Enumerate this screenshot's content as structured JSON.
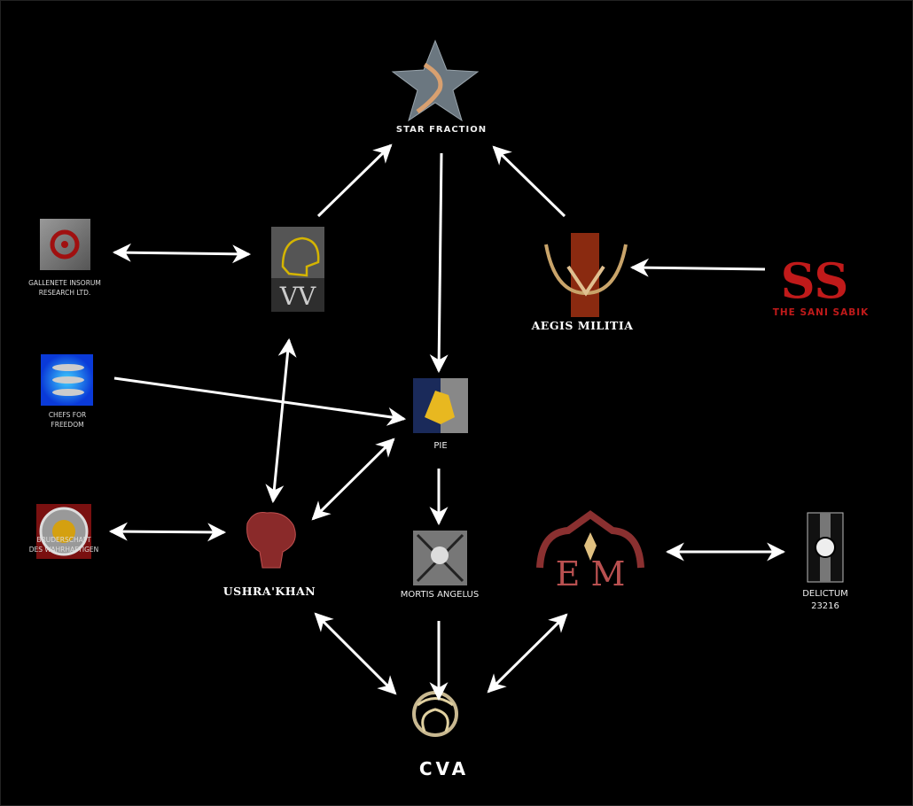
{
  "nodes": {
    "star": {
      "label": "STAR FRACTION"
    },
    "gallenete": {
      "label": "GALLENETE INSORUM\nRESEARCH LTD."
    },
    "vv": {
      "label": "VV"
    },
    "aegis": {
      "label": "AEGIS MILITIA"
    },
    "sani": {
      "label": "THE SANI SABIK",
      "logo_text": "SS"
    },
    "chefs": {
      "label": "CHEFS FOR\nFREEDOM"
    },
    "pie": {
      "label": "PIE"
    },
    "bruder": {
      "label": "BRUDERSCHAFT\nDES WAHRHAFTIGEN"
    },
    "ushra": {
      "label": "USHRA'KHAN"
    },
    "mortis": {
      "label": "MORTIS ANGELUS"
    },
    "em": {
      "label": "",
      "logo_text": "EM"
    },
    "delictum": {
      "label": "DELICTUM\n23216"
    },
    "cva": {
      "label": "CVA"
    }
  },
  "edges": [
    {
      "from": "gallenete",
      "to": "vv",
      "type": "bidirectional"
    },
    {
      "from": "vv",
      "to": "star",
      "type": "directed"
    },
    {
      "from": "star",
      "to": "pie",
      "type": "directed"
    },
    {
      "from": "aegis",
      "to": "star",
      "type": "directed"
    },
    {
      "from": "sani",
      "to": "aegis",
      "type": "directed"
    },
    {
      "from": "chefs",
      "to": "pie",
      "type": "directed"
    },
    {
      "from": "vv",
      "to": "ushra",
      "type": "bidirectional"
    },
    {
      "from": "ushra",
      "to": "pie",
      "type": "bidirectional"
    },
    {
      "from": "bruder",
      "to": "ushra",
      "type": "bidirectional"
    },
    {
      "from": "pie",
      "to": "mortis",
      "type": "directed"
    },
    {
      "from": "em",
      "to": "delictum",
      "type": "bidirectional"
    },
    {
      "from": "ushra",
      "to": "cva",
      "type": "bidirectional"
    },
    {
      "from": "mortis",
      "to": "cva",
      "type": "directed"
    },
    {
      "from": "em",
      "to": "cva",
      "type": "bidirectional"
    }
  ],
  "colors": {
    "background": "#000000",
    "arrow": "#ffffff",
    "sani_red": "#c01a1a"
  }
}
